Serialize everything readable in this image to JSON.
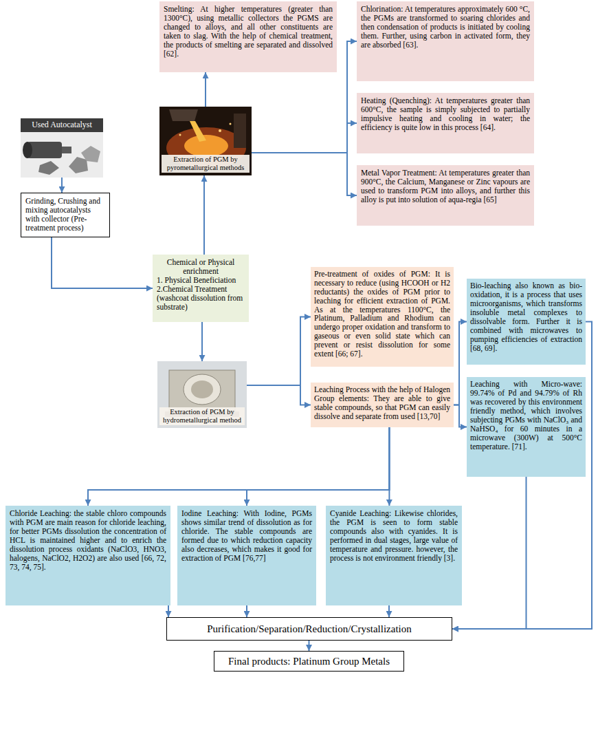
{
  "diagram": {
    "nodes": [
      {
        "text": [
          "Used Autocatalyst"
        ]
      },
      {
        "text": [
          "Grinding, Crushing and mixing autocatalysts with collector (Pre-treatment process)"
        ]
      },
      {
        "text": [
          "Chemical or Physical enrichment",
          "1. Physical Beneficiation",
          "2.Chemical Treatment (washcoat dissolution from substrate)"
        ]
      },
      {
        "text": [
          "Extraction of PGM by pyrometallurgical methods"
        ]
      },
      {
        "text": [
          "Smelting: At higher temperatures (greater than 1300°C), using metallic collectors the PGMS are changed to alloys, and all other constituents are taken to slag. With the help of chemical treatment, the products of smelting are separated and dissolved [62]."
        ]
      },
      {
        "text": [
          "Chlorination: At temperatures approximately 600 °C, the PGMs are transformed to soaring chlorides and then condensation of products is initiated by cooling them. Further, using carbon in activated form, they are absorbed [63]."
        ]
      },
      {
        "text": [
          "Heating (Quenching): At temperatures greater than 600°C, the sample is simply subjected to partially impulsive heating and cooling in water; the efficiency is quite low in this process [64]."
        ]
      },
      {
        "text": [
          "Metal Vapor Treatment: At temperatures greater than 900°C, the Calcium, Manganese or Zinc vapours are used to transform PGM into alloys, and further this alloy is put into solution of aqua-regia [65]"
        ]
      },
      {
        "text": [
          "Extraction of PGM by hydrometallurgical method"
        ]
      },
      {
        "text": [
          "Pre-treatment of oxides of PGM: It is necessary to reduce (using HCOOH or H2 reductants) the oxides of PGM prior to leaching for efficient extraction of PGM. As at the temperatures 1100°C, the Platinum, Palladium and Rhodium can undergo proper oxidation and transform to gaseous or even solid state which can prevent or resist dissolution for some extent [66; 67]."
        ]
      },
      {
        "text": [
          "Leaching Process with the help of Halogen Group elements: They are able to give stable compounds, so that PGM can easily dissolve and separate from used [13,70]"
        ]
      },
      {
        "text": [
          "Bio-leaching also known as bio-oxidation, it is a process that uses microorganisms, which transforms insoluble metal complexes to dissolvable form. Further it is combined with microwaves to pumping efficiencies of extraction [68, 69]."
        ]
      },
      {
        "text": [
          "Leaching with Micro-wave: 99.74% of Pd and 94.79% of Rh was recovered by this environment friendly method, which involves subjecting PGMs with NaClO₃ and NaHSO₄ for 60 minutes in a microwave (300W) at 500°C temperature. [71]."
        ]
      },
      {
        "text": [
          "Chloride Leaching: the stable chloro compounds with PGM are main reason for chloride leaching, for better PGMs dissolution the concentration of HCL is maintained higher and to enrich the dissolution process oxidants (NaClO3, HNO3, halogens, NaClO2, H2O2) are also used [66, 72, 73, 74, 75]."
        ]
      },
      {
        "text": [
          "Iodine Leaching: With Iodine, PGMs shows similar trend of dissolution as for chloride. The stable compounds are formed due to which reduction capacity also decreases, which makes it good for extraction of PGM [76,77]"
        ]
      },
      {
        "text": [
          "Cyanide Leaching: Likewise chlorides, the PGM is seen to form stable compounds also with cyanides. It is performed in dual stages, large value of temperature and pressure. however, the process is not environment friendly [3]."
        ]
      },
      {
        "text": [
          "Purification/Separation/Reduction/Crystallization"
        ]
      },
      {
        "text": [
          "Final products: Platinum Group Metals"
        ]
      }
    ],
    "edges": [
      {
        "from": 0,
        "to": 1,
        "arrow": "to"
      },
      {
        "from": 1,
        "to": 2,
        "arrow": "to"
      },
      {
        "from": 2,
        "to": 3,
        "arrow": "to"
      },
      {
        "from": 2,
        "to": 8,
        "arrow": "to"
      },
      {
        "from": 3,
        "to": 4,
        "arrow": "to"
      },
      {
        "from": 3,
        "to": 5,
        "arrow": "to"
      },
      {
        "from": 3,
        "to": 6,
        "arrow": "to"
      },
      {
        "from": 3,
        "to": 7,
        "arrow": "to"
      },
      {
        "from": 8,
        "to": 9,
        "arrow": "to"
      },
      {
        "from": 8,
        "to": 10,
        "arrow": "to"
      },
      {
        "from": 10,
        "to": 11,
        "arrow": "to"
      },
      {
        "from": 10,
        "to": 12,
        "arrow": "to"
      },
      {
        "from": 10,
        "to": 13,
        "arrow": "to"
      },
      {
        "from": 10,
        "to": 14,
        "arrow": "to"
      },
      {
        "from": 10,
        "to": 15,
        "arrow": "to"
      },
      {
        "from": 11,
        "to": 16,
        "arrow": "to"
      },
      {
        "from": 12,
        "to": 16,
        "arrow": "to"
      },
      {
        "from": 13,
        "to": 16,
        "arrow": "to"
      },
      {
        "from": 14,
        "to": 16,
        "arrow": "to"
      },
      {
        "from": 15,
        "to": 16,
        "arrow": "to"
      },
      {
        "from": 16,
        "to": 17,
        "arrow": "to"
      }
    ]
  }
}
